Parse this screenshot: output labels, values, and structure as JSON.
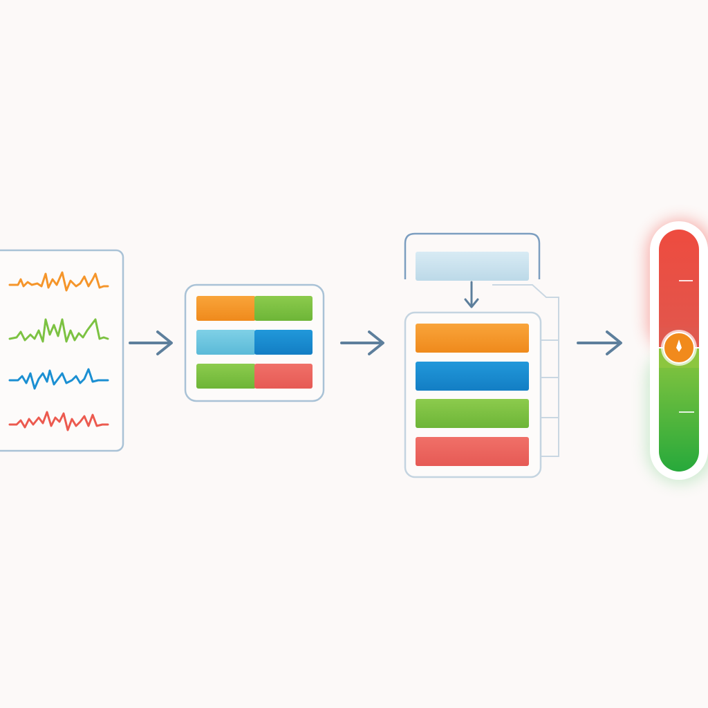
{
  "colors": {
    "background": "#fcf9f8",
    "panel_border": "#a9c2d6",
    "arrow": "#5d7f9c",
    "orange": "#f5952a",
    "green": "#7cc242",
    "blue": "#1b8fd2",
    "light_blue": "#6cc6e0",
    "red": "#ec5a4f",
    "pale_blue": "#c9e2ee",
    "gauge_top": "#e9473e",
    "gauge_bottom": "#2faa3e"
  },
  "icons": {
    "signals": "waveform-signal-icon",
    "arrow": "right-arrow-icon",
    "down_arrow": "down-arrow-icon",
    "indicator": "gauge-indicator-icon"
  },
  "stages": [
    {
      "id": "signals",
      "rows": [
        "orange",
        "green",
        "blue",
        "red"
      ]
    },
    {
      "id": "paired-bars",
      "rows": [
        [
          "orange",
          "green"
        ],
        [
          "light_blue",
          "blue"
        ],
        [
          "green",
          "red"
        ]
      ]
    },
    {
      "id": "stacked-bars",
      "header": "pale_blue",
      "rows": [
        "orange",
        "blue",
        "green",
        "red"
      ]
    },
    {
      "id": "gauge",
      "segments": [
        "red",
        "green"
      ],
      "level": 0.5
    }
  ]
}
